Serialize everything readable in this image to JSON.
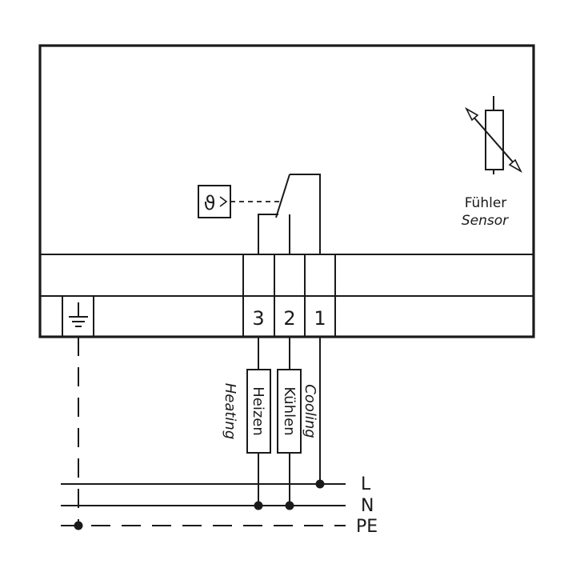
{
  "sensor": {
    "label_de": "Fühler",
    "label_en": "Sensor"
  },
  "thermostat_symbol": "ϑ",
  "terminals": [
    "3",
    "2",
    "1"
  ],
  "loads": {
    "heating": {
      "label_de": "Heizen",
      "label_en": "Heating"
    },
    "cooling": {
      "label_de": "Kühlen",
      "label_en": "Cooling"
    }
  },
  "bus": {
    "L": "L",
    "N": "N",
    "PE": "PE"
  },
  "icons": {
    "ground": "ground-icon",
    "sensor": "variable-resistor-icon",
    "thermostat": "thermostat-icon",
    "switch": "changeover-switch-icon"
  }
}
